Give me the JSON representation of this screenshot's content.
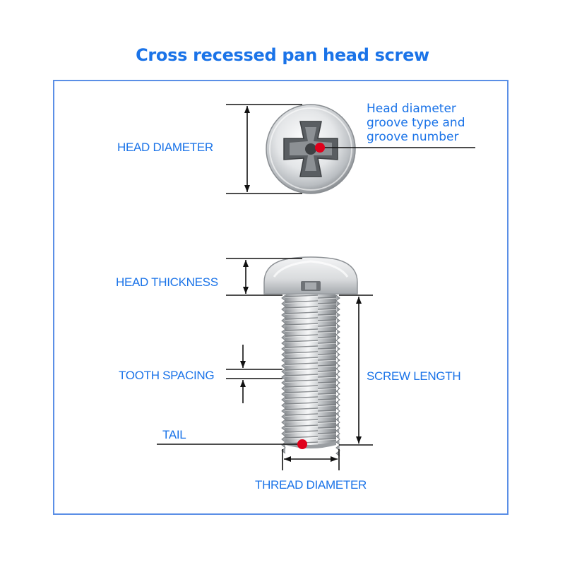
{
  "title": "Cross recessed pan head screw",
  "labels": {
    "head_diameter": "HEAD DIAMETER",
    "head_desc": [
      "Head diameter",
      "groove type and",
      "groove number"
    ],
    "head_thickness": "HEAD THICKNESS",
    "tooth_spacing": "TOOTH SPACING",
    "screw_length": "SCREW LENGTH",
    "tail": "TAIL",
    "thread_diameter": "THREAD DIAMETER"
  },
  "colors": {
    "accent_blue": "#1a73e8",
    "frame_blue": "#5b8fe6",
    "marker_red": "#e0001b",
    "line_black": "#111111"
  }
}
